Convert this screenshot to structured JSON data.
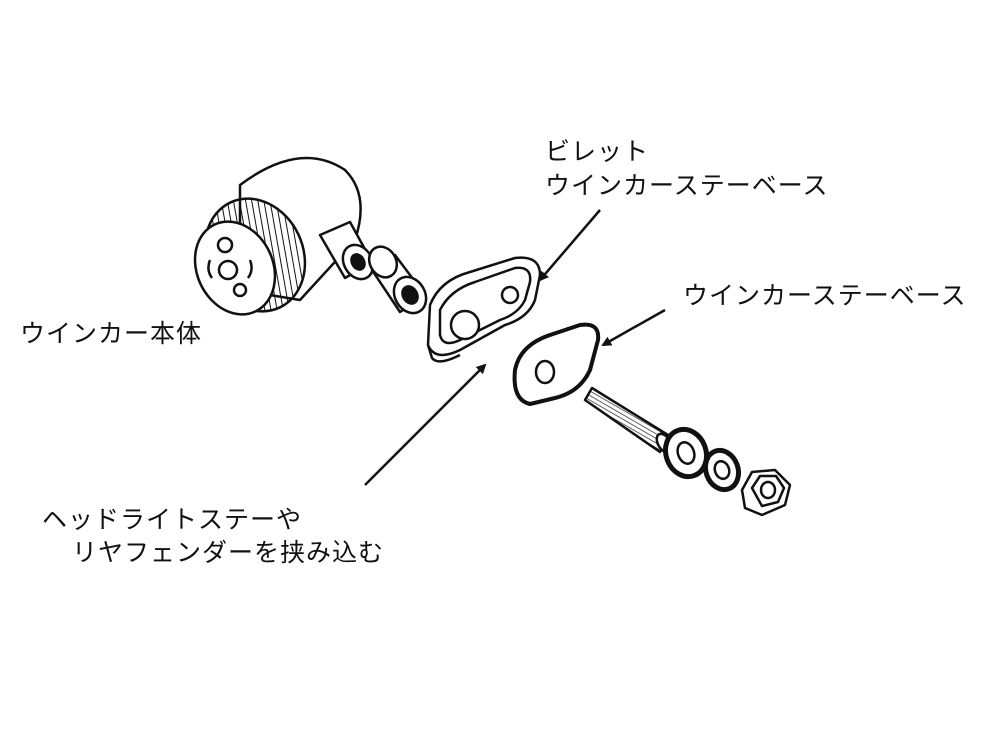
{
  "labels": {
    "billet_line1": "ビレット",
    "billet_line2": "ウインカーステーベース",
    "stay_base": "ウインカーステーベース",
    "winker_body": "ウインカー本体",
    "clamp_line1": "ヘッドライトステーや",
    "clamp_line2": "リヤフェンダーを挟み込む"
  }
}
